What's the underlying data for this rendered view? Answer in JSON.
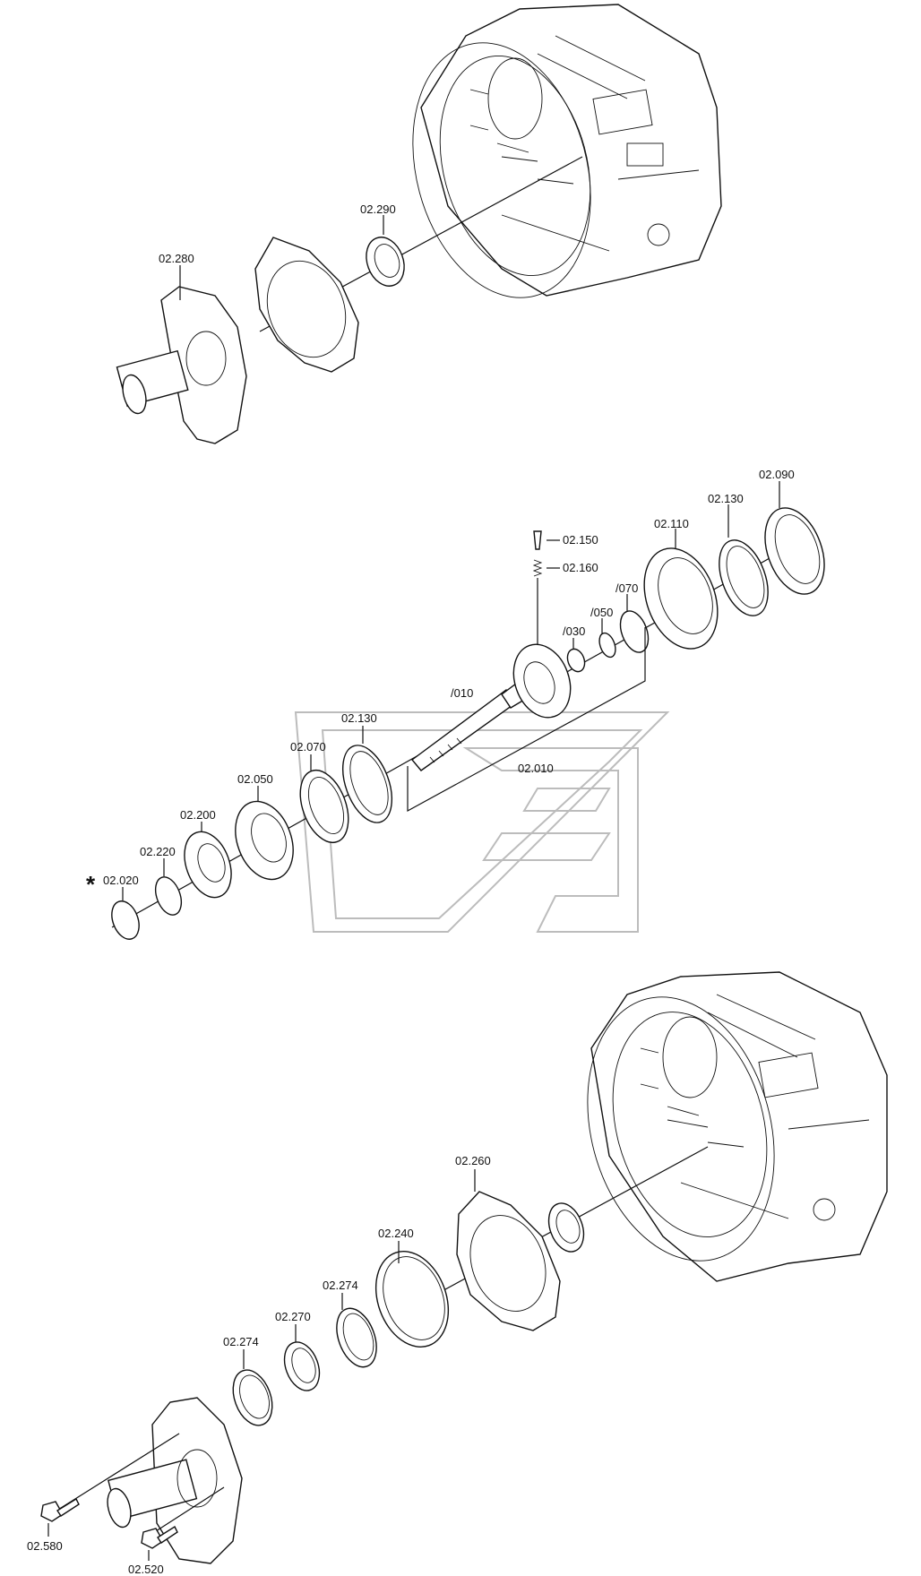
{
  "labels": {
    "p02_290": "02.290",
    "p02_280": "02.280",
    "p02_090": "02.090",
    "p02_130_top": "02.130",
    "p02_110": "02.110",
    "p02_150": "02.150",
    "p02_160": "02.160",
    "p070": "/070",
    "p050": "/050",
    "p030": "/030",
    "p010": "/010",
    "p02_010": "02.010",
    "p02_130_bot": "02.130",
    "p02_070": "02.070",
    "p02_050": "02.050",
    "p02_200": "02.200",
    "p02_220": "02.220",
    "p02_020": "02.020",
    "asterisk": "*",
    "p02_260": "02.260",
    "p02_240": "02.240",
    "p02_274_a": "02.274",
    "p02_270": "02.270",
    "p02_274_b": "02.274",
    "p02_580": "02.580",
    "p02_520": "02.520"
  }
}
